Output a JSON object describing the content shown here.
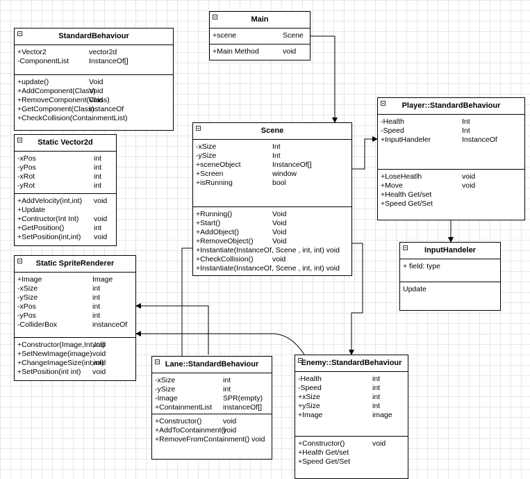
{
  "classes": [
    {
      "id": "main",
      "title": "Main",
      "sections": [
        [
          {
            "name": "+scene",
            "type": "Scene"
          }
        ],
        [
          {
            "name": "+Main Method",
            "type": "void"
          }
        ]
      ]
    },
    {
      "id": "standard-behaviour",
      "title": "StandardBehaviour",
      "sections": [
        [
          {
            "name": "+Vector2",
            "type": "vector2d"
          },
          {
            "name": "-ComponentList",
            "type": "InstanceOf[]"
          }
        ],
        [
          {
            "name": "+update()",
            "type": "Void"
          },
          {
            "name": "+AddComponent(Class)",
            "type": "Void"
          },
          {
            "name": "+RemoveComponent(Class)",
            "type": "Void"
          },
          {
            "name": "+GetComponent(Class)",
            "type": "instanceOf"
          },
          {
            "name": "+CheckCollision(ContainmentList)",
            "type": ""
          }
        ]
      ]
    },
    {
      "id": "static-vector2d",
      "title": "Static Vector2d",
      "sections": [
        [
          {
            "name": "-xPos",
            "type": "int"
          },
          {
            "name": "-yPos",
            "type": "int"
          },
          {
            "name": "-xRot",
            "type": "int"
          },
          {
            "name": "-yRot",
            "type": "int"
          }
        ],
        [
          {
            "name": "+AddVelocity(int,int)",
            "type": "void"
          },
          {
            "name": "+Update",
            "type": ""
          },
          {
            "name": "+Contructor(Int Int)",
            "type": "void"
          },
          {
            "name": "+GetPosition()",
            "type": "int"
          },
          {
            "name": "+SetPosition(int,int)",
            "type": "void"
          }
        ]
      ]
    },
    {
      "id": "static-sprite-renderer",
      "title": "Static SpriteRenderer",
      "sections": [
        [
          {
            "name": "+Image",
            "type": "Image"
          },
          {
            "name": "-xSize",
            "type": "int"
          },
          {
            "name": "-ySize",
            "type": "int"
          },
          {
            "name": "-xPos",
            "type": "int"
          },
          {
            "name": "-yPos",
            "type": "int"
          },
          {
            "name": "-ColliderBox",
            "type": "instanceOf"
          }
        ],
        [
          {
            "name": "+Constructor(Image,Int,Int)",
            "type": "void"
          },
          {
            "name": "+SetNewImage(image)",
            "type": "void"
          },
          {
            "name": "+ChangeImageSize(int,int)",
            "type": "void"
          },
          {
            "name": "+SetPosition(int int)",
            "type": "void"
          }
        ]
      ]
    },
    {
      "id": "scene",
      "title": "Scene",
      "sections": [
        [
          {
            "name": "-xSize",
            "type": "Int"
          },
          {
            "name": "-ySize",
            "type": "Int"
          },
          {
            "name": "+sceneObject",
            "type": "InstanceOf[]"
          },
          {
            "name": "+Screen",
            "type": "window"
          },
          {
            "name": "+isRunning",
            "type": "bool"
          }
        ],
        [
          {
            "name": "+Running()",
            "type": "Void"
          },
          {
            "name": "+Start()",
            "type": "Void"
          },
          {
            "name": "+AddObject()",
            "type": "Void"
          },
          {
            "name": "+RemoveObject()",
            "type": "Void"
          },
          {
            "name": "+Instantiate(InstanceOf, Scene , int, int) void",
            "type": ""
          },
          {
            "name": "+CheckCollision()",
            "type": "void"
          },
          {
            "name": "+Instantiate(InstanceOf, Scene , int, int) void",
            "type": ""
          }
        ]
      ]
    },
    {
      "id": "player",
      "title": "Player::StandardBehaviour",
      "sections": [
        [
          {
            "name": "-Health",
            "type": "Int"
          },
          {
            "name": "-Speed",
            "type": "Int"
          },
          {
            "name": "+InputHandeler",
            "type": "InstanceOf"
          }
        ],
        [
          {
            "name": "+LoseHeatlh",
            "type": "void"
          },
          {
            "name": "+Move",
            "type": "void"
          },
          {
            "name": "+Health Get/set",
            "type": ""
          },
          {
            "name": "+Speed Get/Set",
            "type": ""
          }
        ]
      ]
    },
    {
      "id": "input-handeler",
      "title": "InputHandeler",
      "sections": [
        [
          {
            "name": "+ field: type",
            "type": ""
          }
        ],
        [
          {
            "name": "Update",
            "type": ""
          }
        ]
      ]
    },
    {
      "id": "lane",
      "title": "Lane::StandardBehaviour",
      "sections": [
        [
          {
            "name": "-xSize",
            "type": "int"
          },
          {
            "name": "-ySize",
            "type": "int"
          },
          {
            "name": "-Image",
            "type": "SPR(empty)"
          },
          {
            "name": "+ContainmentList",
            "type": "instanceOf[]"
          }
        ],
        [
          {
            "name": "+Constructor()",
            "type": "void"
          },
          {
            "name": "+AddToContainment()",
            "type": "void"
          },
          {
            "name": "+RemoveFromContainment() void",
            "type": ""
          }
        ]
      ]
    },
    {
      "id": "enemy",
      "title": "Enemy::StandardBehaviour",
      "sections": [
        [
          {
            "name": "-Health",
            "type": "int"
          },
          {
            "name": "-Speed",
            "type": "int"
          },
          {
            "name": "+xSize",
            "type": "int"
          },
          {
            "name": "+ySize",
            "type": "int"
          },
          {
            "name": "+Image",
            "type": "image"
          }
        ],
        [
          {
            "name": "+Constructor()",
            "type": "void"
          },
          {
            "name": "+Health Get/set",
            "type": ""
          },
          {
            "name": "+Speed Get/Set",
            "type": ""
          }
        ]
      ]
    }
  ]
}
